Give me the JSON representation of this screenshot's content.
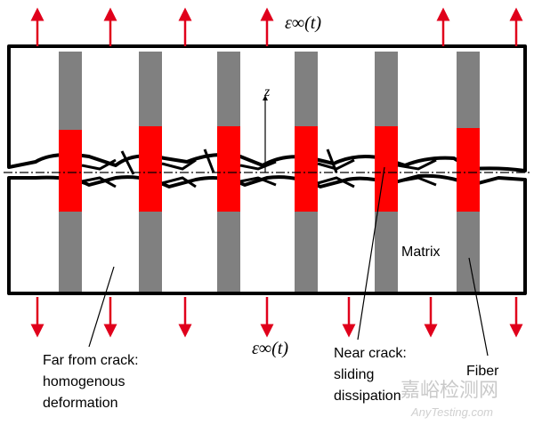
{
  "strain_label_top": "ε∞(t)",
  "strain_label_bottom": "ε∞(t)",
  "axis_label": "z",
  "labels": {
    "matrix": "Matrix",
    "fiber": "Fiber",
    "far_line1": "Far from crack:",
    "far_line2": "homogenous",
    "far_line3": "deformation",
    "near_line1": "Near crack:",
    "near_line2": "sliding",
    "near_line3": "dissipation"
  },
  "watermark": {
    "cn": "嘉峪检测网",
    "en": "AnyTesting.com"
  },
  "colors": {
    "fiber": "#808080",
    "debond": "#ff0000",
    "arrow": "#e0001b",
    "outline": "#000000"
  }
}
